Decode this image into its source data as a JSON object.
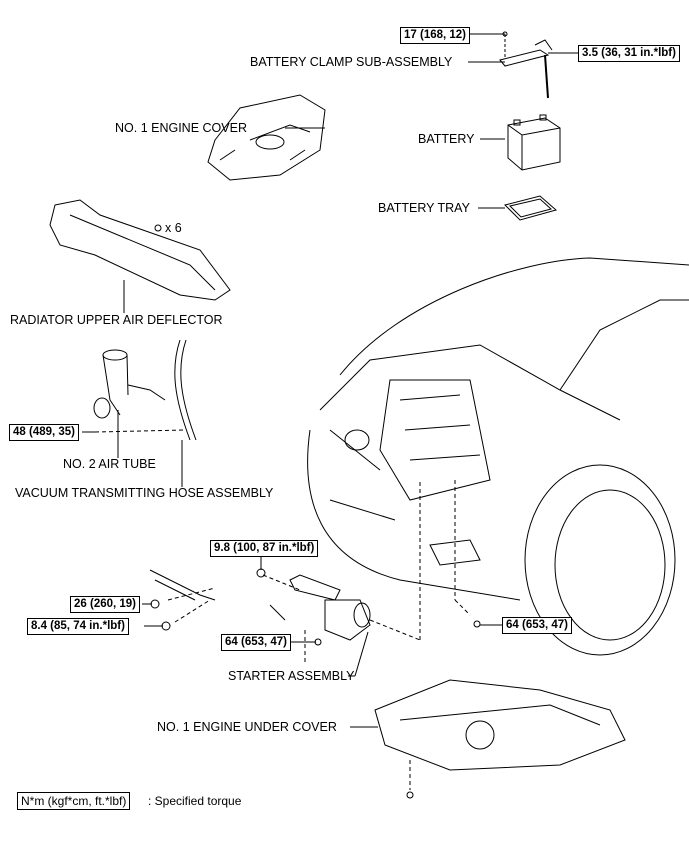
{
  "parts": {
    "battery_clamp": "BATTERY CLAMP SUB-ASSEMBLY",
    "engine_cover": "NO. 1 ENGINE COVER",
    "battery": "BATTERY",
    "battery_tray": "BATTERY TRAY",
    "clip_count": "x 6",
    "radiator_deflector": "RADIATOR UPPER AIR DEFLECTOR",
    "air_tube": "NO. 2 AIR TUBE",
    "vacuum_hose": "VACUUM TRANSMITTING HOSE ASSEMBLY",
    "starter": "STARTER ASSEMBLY",
    "under_cover": "NO. 1 ENGINE UNDER COVER"
  },
  "torques": {
    "clamp_bolt": "17 (168, 12)",
    "clamp_nut": "3.5 (36, 31 in.*lbf)",
    "air_tube_bolt": "48 (489, 35)",
    "starter_nut": "9.8 (100, 87 in.*lbf)",
    "harness_bolt_a": "26 (260, 19)",
    "harness_bolt_b": "8.4 (85, 74 in.*lbf)",
    "starter_bolt_left": "64 (653, 47)",
    "starter_bolt_right": "64 (653, 47)"
  },
  "legend": {
    "unit": "N*m (kgf*cm, ft.*lbf)",
    "desc": ": Specified torque"
  }
}
